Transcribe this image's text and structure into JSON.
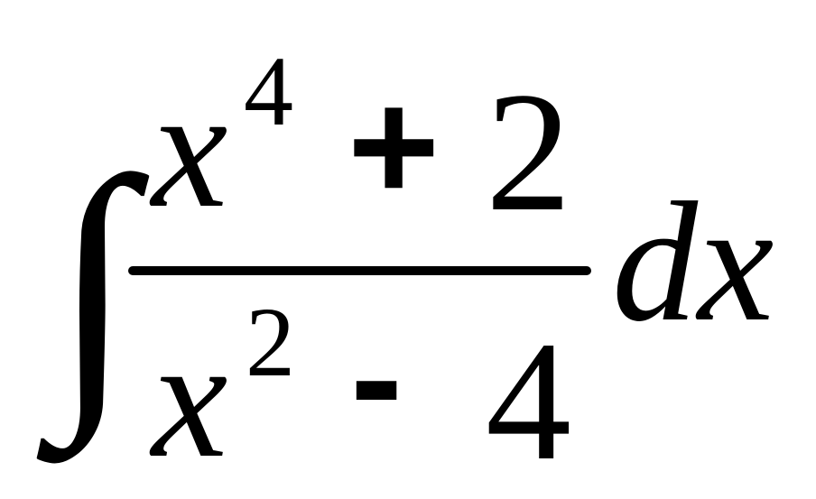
{
  "formula": {
    "integral_symbol": "∫",
    "numerator": {
      "base": "x",
      "exponent": "4",
      "operator": "+",
      "constant": "2"
    },
    "denominator": {
      "base": "x",
      "exponent": "2",
      "operator": "-",
      "constant": "4"
    },
    "differential": "dx"
  },
  "colors": {
    "ink": "#000000",
    "background": "#ffffff"
  }
}
